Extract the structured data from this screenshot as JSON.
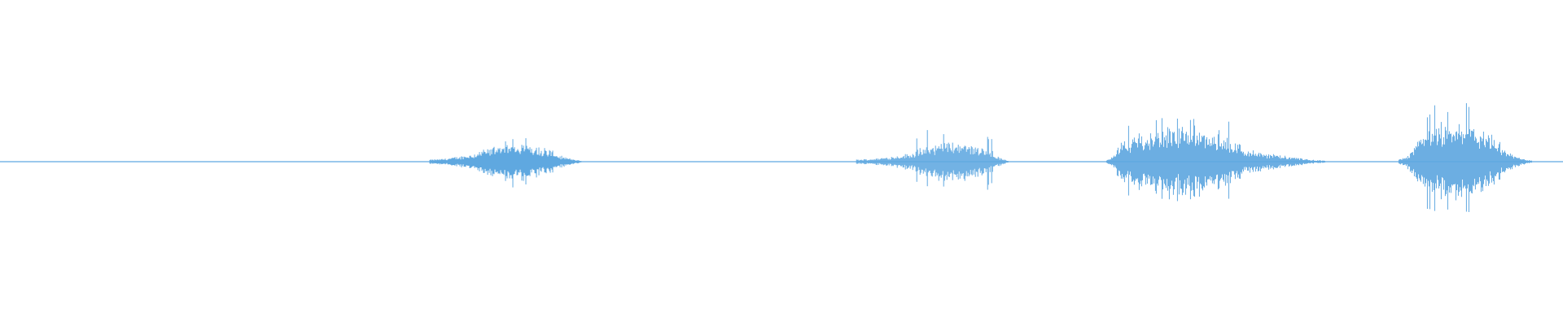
{
  "waveform": {
    "color": "#5fa8e0",
    "background": "#ffffff",
    "segments": [
      {
        "name": "sound-burst-1",
        "start": 0.275,
        "end": 0.372,
        "peak_amplitude": 0.23,
        "body_start": 0.305,
        "body_end": 0.355,
        "body_amplitude": 0.17
      },
      {
        "name": "sound-burst-2",
        "start": 0.548,
        "end": 0.645,
        "peak_amplitude": 0.28,
        "body_start": 0.585,
        "body_end": 0.635,
        "body_amplitude": 0.18
      },
      {
        "name": "sound-burst-3",
        "start": 0.708,
        "end": 0.848,
        "peak_amplitude": 0.38,
        "body_start": 0.715,
        "body_end": 0.795,
        "body_amplitude": 0.3
      },
      {
        "name": "sound-burst-4",
        "start": 0.895,
        "end": 0.98,
        "peak_amplitude": 0.5,
        "body_start": 0.905,
        "body_end": 0.96,
        "body_amplitude": 0.33
      }
    ]
  }
}
